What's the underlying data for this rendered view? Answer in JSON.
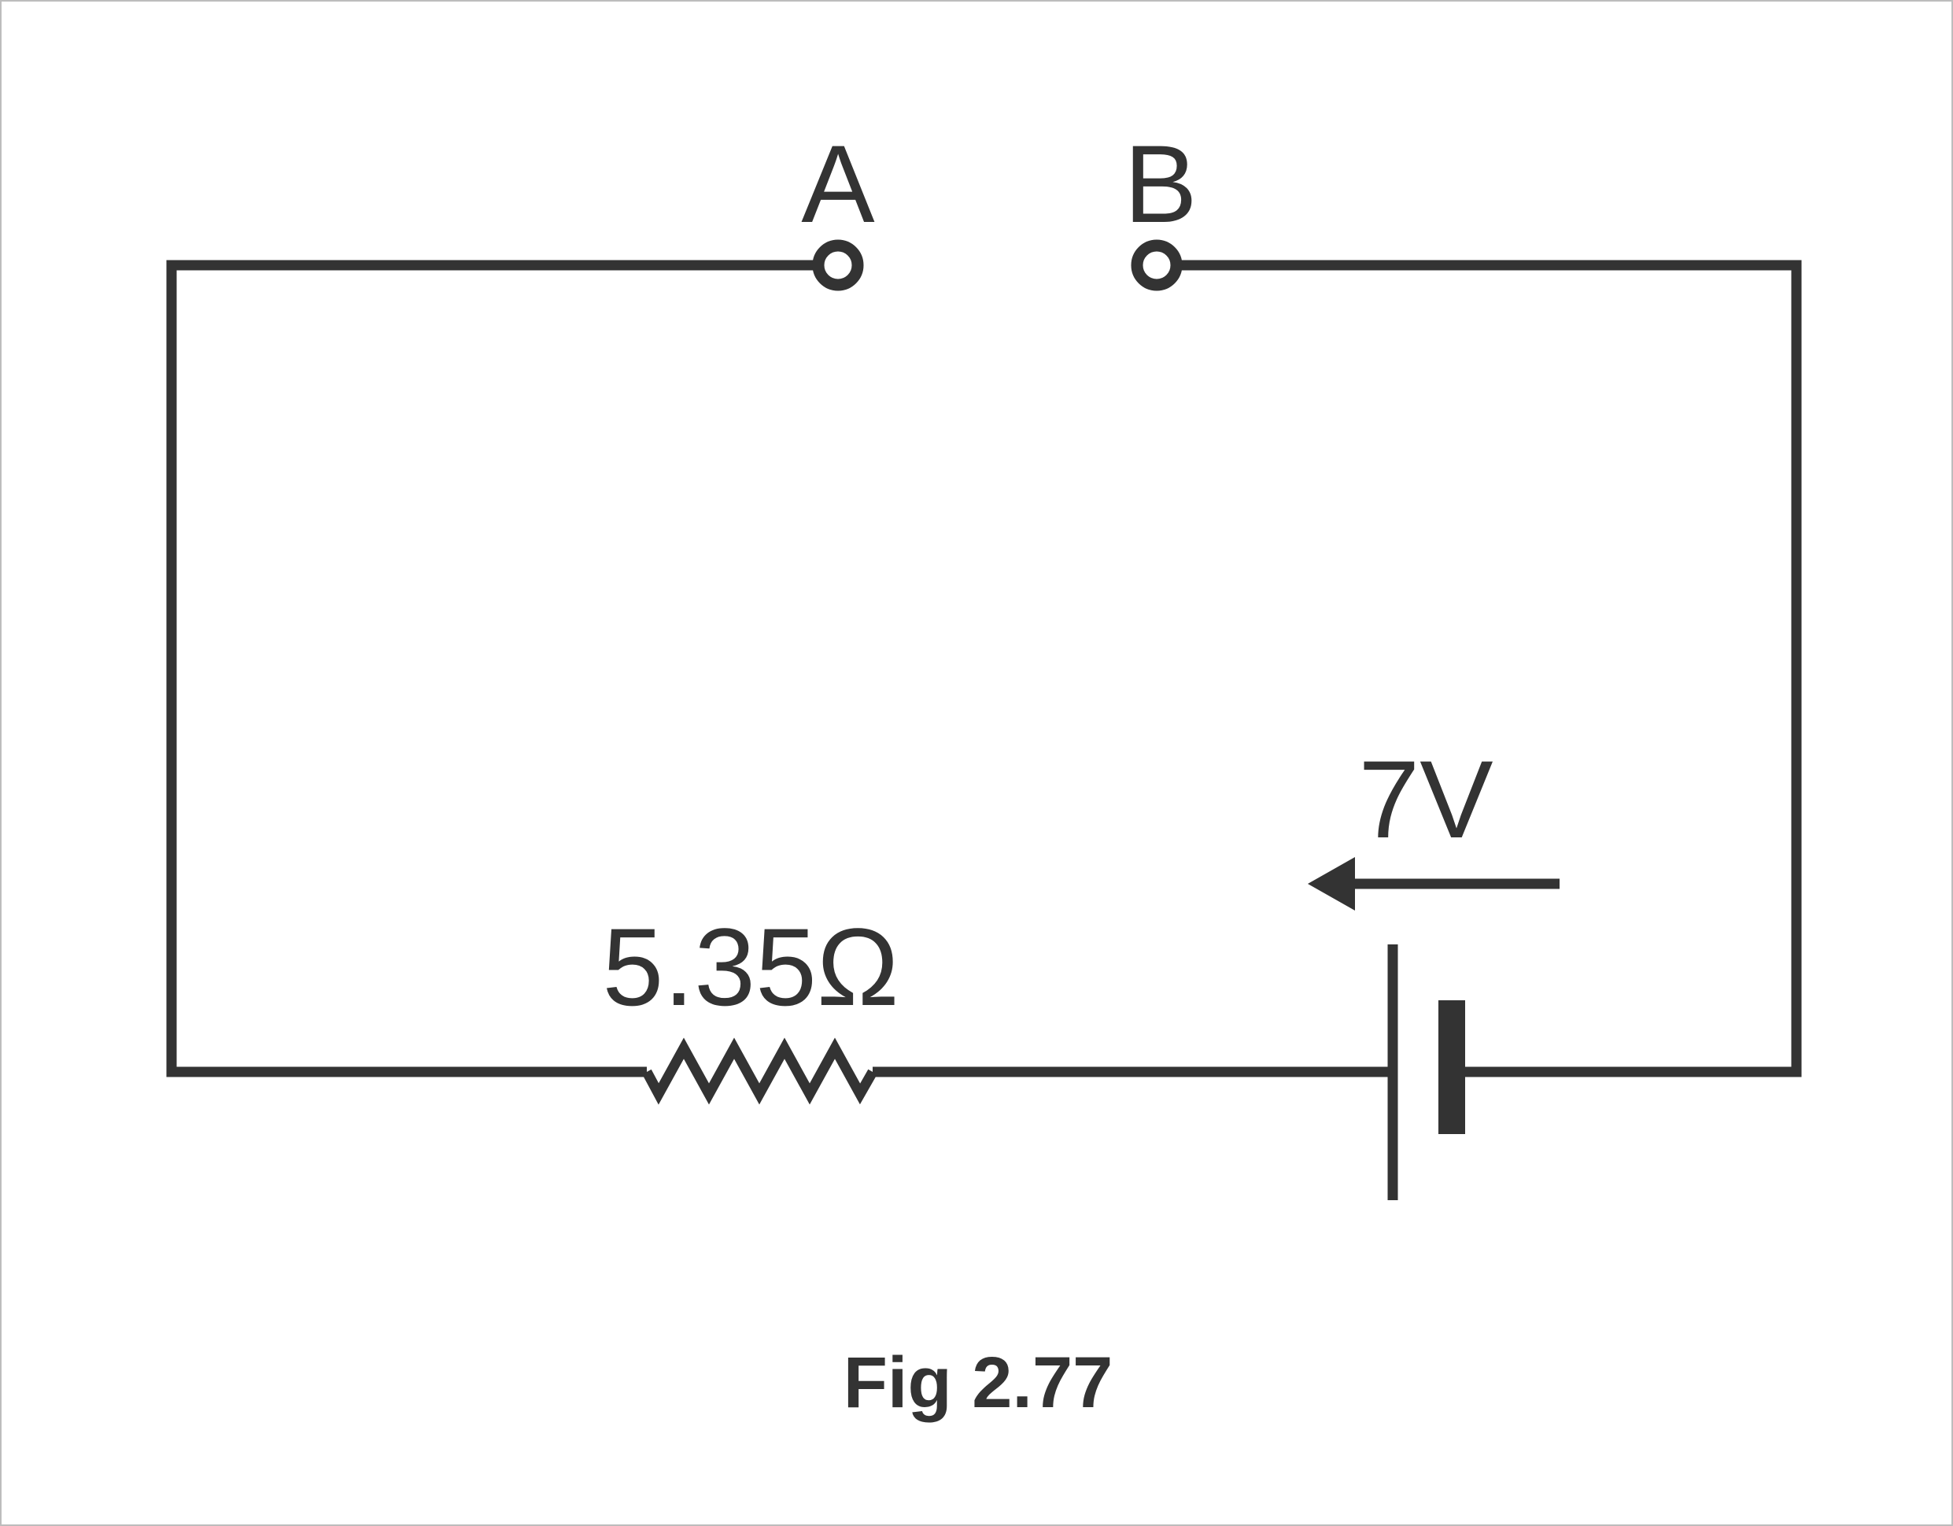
{
  "diagram": {
    "terminal_a_label": "A",
    "terminal_b_label": "B",
    "resistor_label": "5.35Ω",
    "battery_label": "7V",
    "caption": "Fig 2.77",
    "line_color": "#333333",
    "background_color": "#ffffff"
  }
}
